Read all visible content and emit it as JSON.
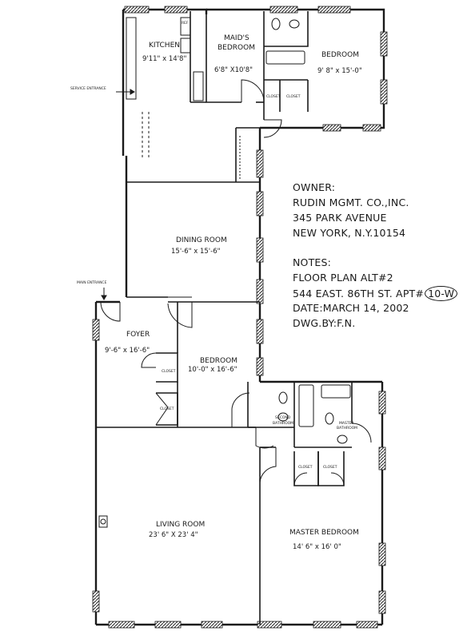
{
  "rooms": {
    "kitchen": {
      "name": "KITCHEN",
      "dims": "9'11\" x 14'8\""
    },
    "maids_bedroom": {
      "name_line1": "MAID'S",
      "name_line2": "BEDROOM",
      "dims": "6'8\" X10'8\""
    },
    "bedroom_top": {
      "name": "BEDROOM",
      "dims": "9' 8\" x 15'-0\""
    },
    "dining_room": {
      "name": "DINING ROOM",
      "dims": "15'-6\" x 15'-6\""
    },
    "foyer": {
      "name": "FOYER",
      "dims": "9'-6\" x 16'-6\""
    },
    "bedroom_mid": {
      "name": "BEDROOM",
      "dims": "10'-0\" x 16'-6\""
    },
    "living_room": {
      "name": "LIVING ROOM",
      "dims": "23' 6\" X 23' 4\""
    },
    "master_bedroom": {
      "name": "MASTER BEDROOM",
      "dims": "14' 6\" x 16' 0\""
    }
  },
  "small_labels": {
    "closet": "CLOSET",
    "second_bathroom_1": "SECOND",
    "second_bathroom_2": "BATHROOM",
    "master_bathroom_1": "MASTER",
    "master_bathroom_2": "BATHROOM",
    "service_entrance": "SERVICE ENTRANCE",
    "main_entrance": "MAIN ENTRANCE",
    "refrigerator": "REF"
  },
  "owner_block": {
    "heading": "OWNER:",
    "line1": "RUDIN MGMT. CO.,INC.",
    "line2": "345 PARK AVENUE",
    "line3": "NEW YORK, N.Y.10154"
  },
  "notes_block": {
    "heading": "NOTES:",
    "line1": "FLOOR PLAN ALT#2",
    "line2_prefix": "544 EAST. 86TH ST. APT#",
    "apartment": "10-W",
    "line3": "DATE:MARCH 14, 2002",
    "line4": "DWG.BY:F.N."
  }
}
